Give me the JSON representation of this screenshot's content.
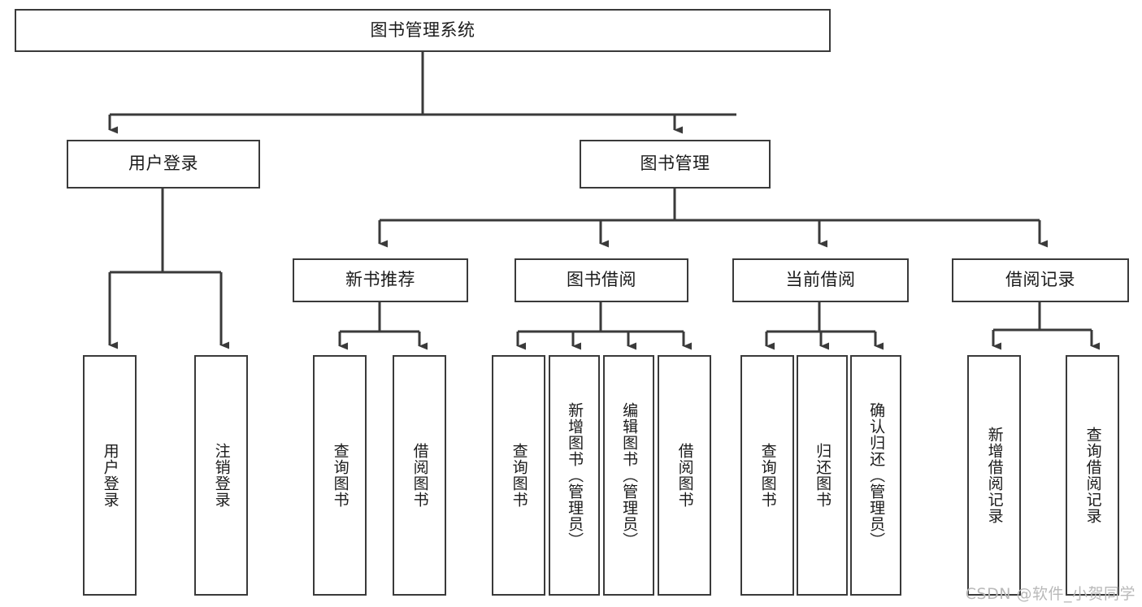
{
  "diagram": {
    "title": "图书管理系统",
    "type": "tree-hierarchy",
    "watermark": "CSDN @软件_小贺同学",
    "colors": {
      "stroke": "#3a3a3a",
      "fill": "#ffffff",
      "text": "#1b1b1b",
      "watermark": "#b9b9b9"
    },
    "root": {
      "label": "图书管理系统",
      "orientation": "horizontal"
    },
    "level2": [
      {
        "label": "用户登录",
        "orientation": "horizontal"
      },
      {
        "label": "图书管理",
        "orientation": "horizontal"
      }
    ],
    "level3": [
      {
        "label": "新书推荐",
        "orientation": "horizontal"
      },
      {
        "label": "图书借阅",
        "orientation": "horizontal"
      },
      {
        "label": "当前借阅",
        "orientation": "horizontal"
      },
      {
        "label": "借阅记录",
        "orientation": "horizontal"
      }
    ],
    "leaves": {
      "user_login": [
        {
          "label": "用户登录",
          "orientation": "vertical"
        },
        {
          "label": "注销登录",
          "orientation": "vertical"
        }
      ],
      "new_book_recommend": [
        {
          "label": "查询图书",
          "orientation": "vertical"
        },
        {
          "label": "借阅图书",
          "orientation": "vertical"
        }
      ],
      "book_borrow": [
        {
          "label": "查询图书",
          "orientation": "vertical"
        },
        {
          "label": "新增图书（管理员）",
          "orientation": "vertical"
        },
        {
          "label": "编辑图书（管理员）",
          "orientation": "vertical"
        },
        {
          "label": "借阅图书",
          "orientation": "vertical"
        }
      ],
      "current_borrow": [
        {
          "label": "查询图书",
          "orientation": "vertical"
        },
        {
          "label": "归还图书",
          "orientation": "vertical"
        },
        {
          "label": "确认归还（管理员）",
          "orientation": "vertical"
        }
      ],
      "borrow_record": [
        {
          "label": "新增借阅记录",
          "orientation": "vertical"
        },
        {
          "label": "查询借阅记录",
          "orientation": "vertical"
        }
      ]
    }
  }
}
